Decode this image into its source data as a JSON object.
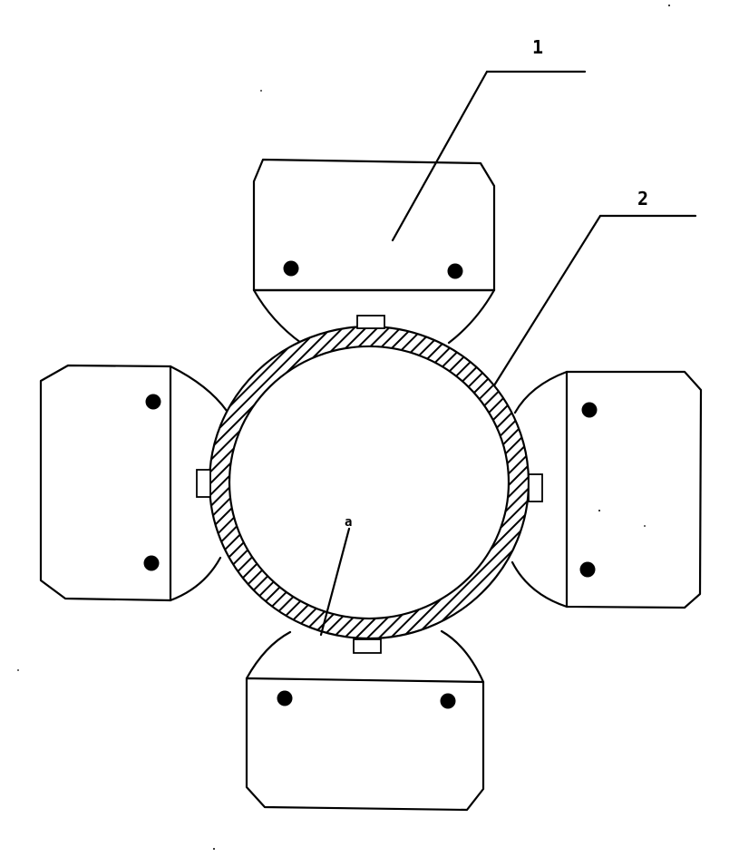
{
  "labels": {
    "part_1": "1",
    "part_2": "2",
    "part_3": "a"
  },
  "colors": {
    "ink": "#000000",
    "paper": "#ffffff"
  }
}
